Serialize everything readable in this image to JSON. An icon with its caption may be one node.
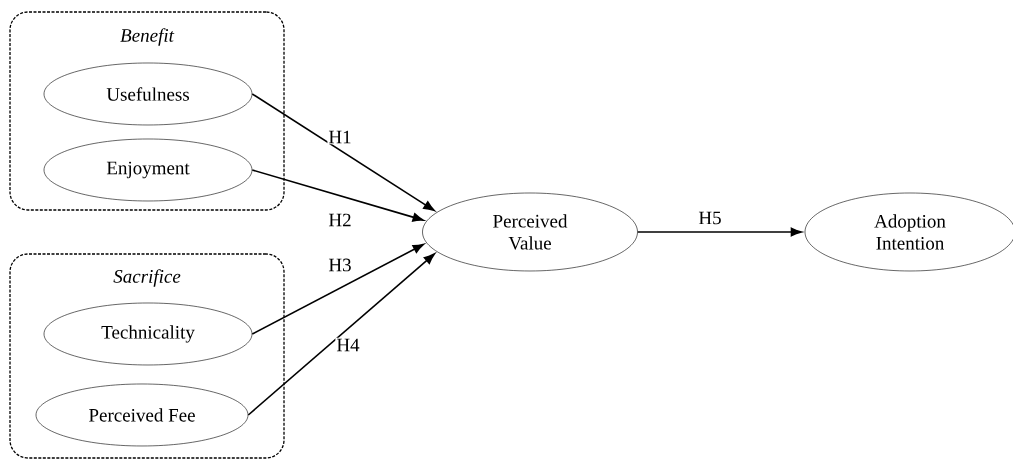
{
  "diagram": {
    "nodes": [
      {
        "text": [
          "Benefit"
        ]
      },
      {
        "text": [
          "Usefulness"
        ],
        "in": 0
      },
      {
        "text": [
          "Enjoyment"
        ],
        "in": 0
      },
      {
        "text": [
          "Sacrifice"
        ]
      },
      {
        "text": [
          "Technicality"
        ],
        "in": 3
      },
      {
        "text": [
          "Perceived Fee"
        ],
        "in": 3
      },
      {
        "text": [
          "Perceived Value"
        ]
      },
      {
        "text": [
          "Adoption Intention"
        ]
      }
    ],
    "edges": [
      {
        "from": 1,
        "to": 6,
        "arrow": "to",
        "label": "H1"
      },
      {
        "from": 2,
        "to": 6,
        "arrow": "to",
        "label": "H2"
      },
      {
        "from": 4,
        "to": 6,
        "arrow": "to",
        "label": "H3"
      },
      {
        "from": 5,
        "to": 6,
        "arrow": "to",
        "label": "H4"
      },
      {
        "from": 6,
        "to": 7,
        "arrow": "to",
        "label": "H5"
      }
    ]
  }
}
